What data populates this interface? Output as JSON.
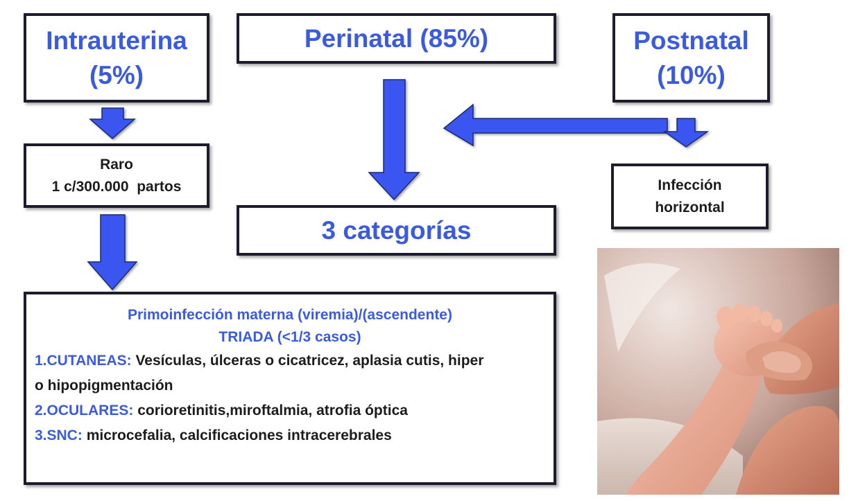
{
  "intrauterina": {
    "line1": "Intrauterina",
    "line2": "(5%)"
  },
  "perinatal": {
    "label": "Perinatal (85%)"
  },
  "postnatal": {
    "line1": "Postnatal",
    "line2": "(10%)"
  },
  "raro": {
    "line1": "Raro",
    "line2": "1 c/300.000  partos"
  },
  "infeccion": {
    "line1": "Infección",
    "line2": "horizontal"
  },
  "categorias": {
    "label": "3 categorías"
  },
  "primo": {
    "heading1": "Primoinfección materna (viremia)/(ascendente)",
    "heading2": "TRIADA (<1/3 casos)",
    "items": [
      {
        "label": "1.CUTANEAS:",
        "text": " Vesículas, úlceras o cicatricez, aplasia cutis, hiper"
      },
      {
        "label": "",
        "text": "o hipopigmentación"
      },
      {
        "label": "2.OCULARES:",
        "text": " corioretinitis,miroftalmia, atrofia óptica"
      },
      {
        "label": "3.SNC:",
        "text": " microcefalia, calcificaciones intracerebrales"
      }
    ]
  },
  "colors": {
    "accent": "#3b5bde",
    "arrow": "#3b55f0",
    "border": "#1c1c2c"
  },
  "image": {
    "subject": "newborn foot held in adult hand"
  }
}
